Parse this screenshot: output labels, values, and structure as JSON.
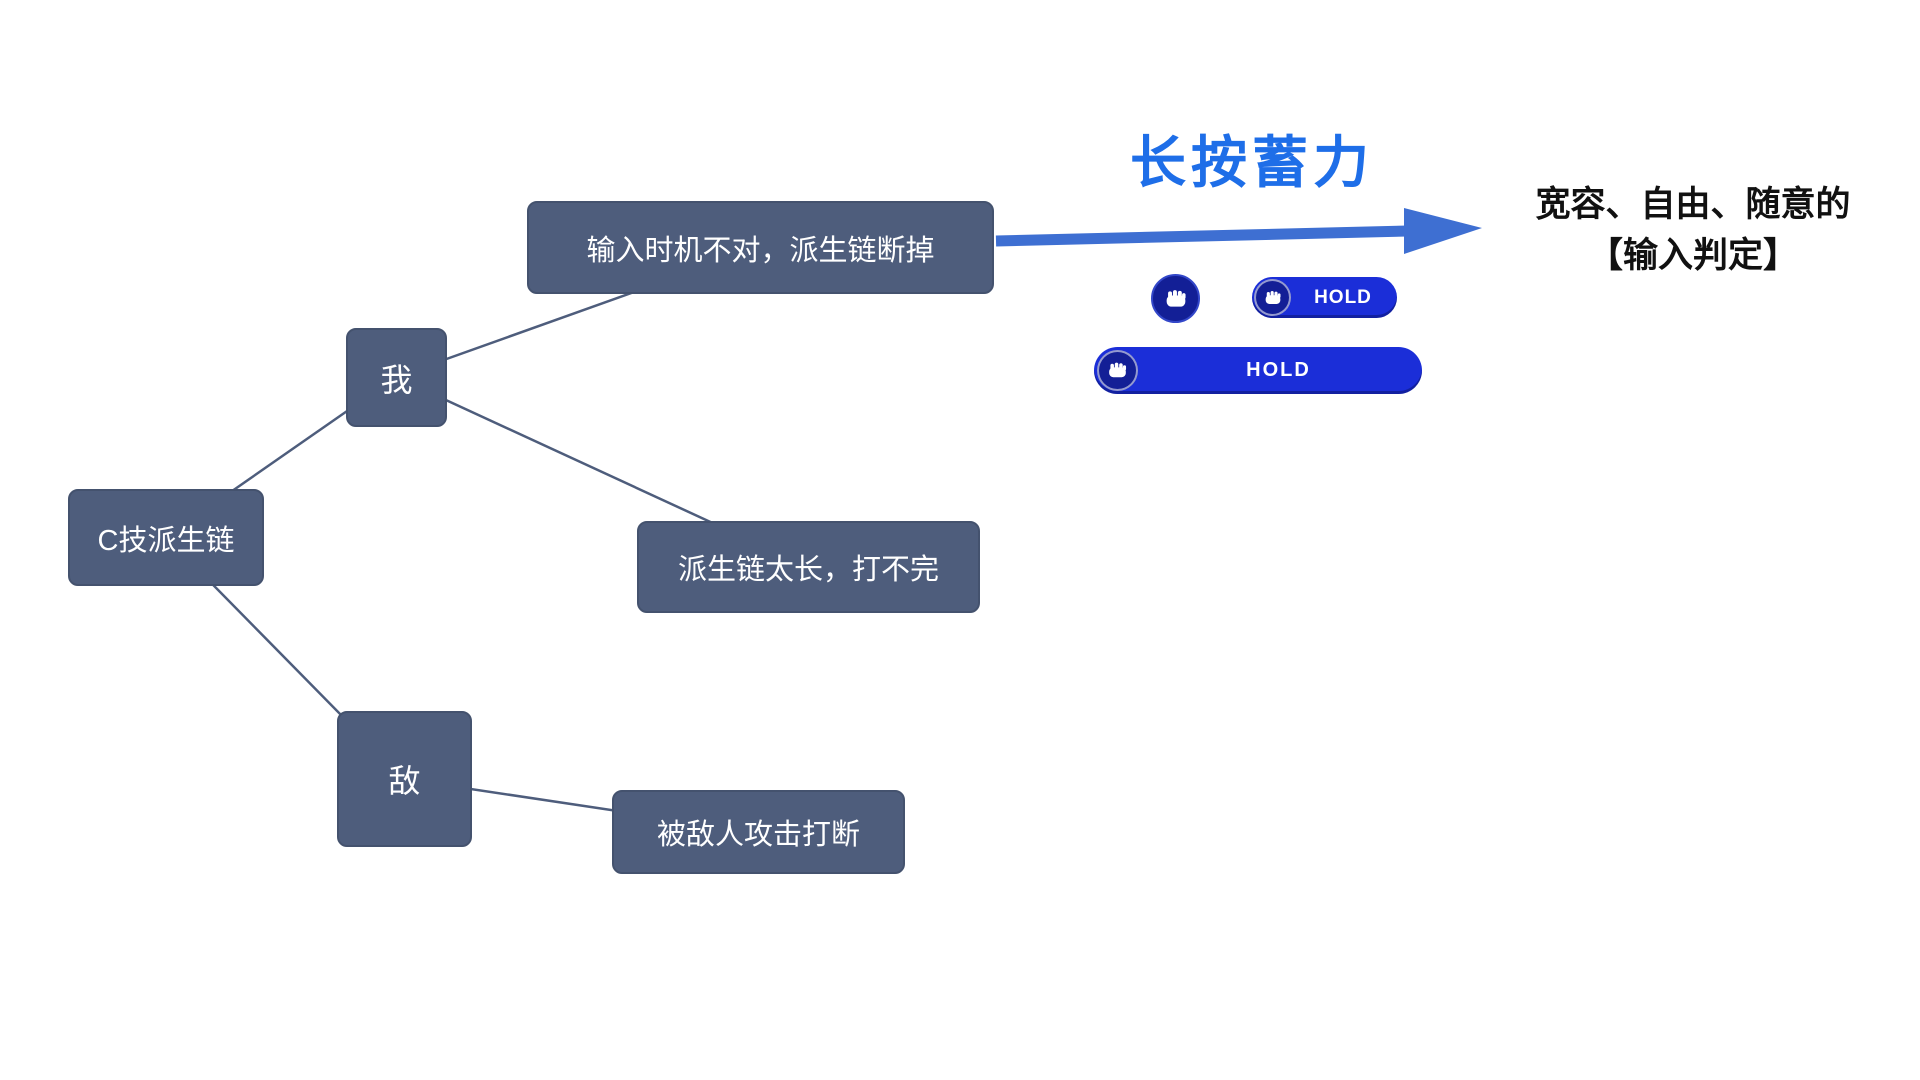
{
  "diagram": {
    "root": {
      "label": "C技派生链"
    },
    "me": {
      "label": "我"
    },
    "enemy": {
      "label": "敌"
    },
    "cause_timing": {
      "label": "输入时机不对，派生链断掉"
    },
    "cause_length": {
      "label": "派生链太长，打不完"
    },
    "cause_interrupt": {
      "label": "被敌人攻击打断"
    }
  },
  "annotation": {
    "arrow_label": "长按蓄力",
    "conclusion_line1": "宽容、自由、随意的",
    "conclusion_line2": "【输入判定】"
  },
  "game_ui": {
    "fist_icon": "fist-icon",
    "hold_button_short": "HOLD",
    "hold_button_long": "HOLD"
  },
  "colors": {
    "node_fill": "#4e5d7c",
    "node_border": "#44526e",
    "connector": "#4e5d7c",
    "arrow_blue": "#3e6fd2",
    "label_blue": "#1e6ee8",
    "pill_blue": "#1b2ed8",
    "pill_icon_navy": "#131f96",
    "text_black": "#111111"
  }
}
